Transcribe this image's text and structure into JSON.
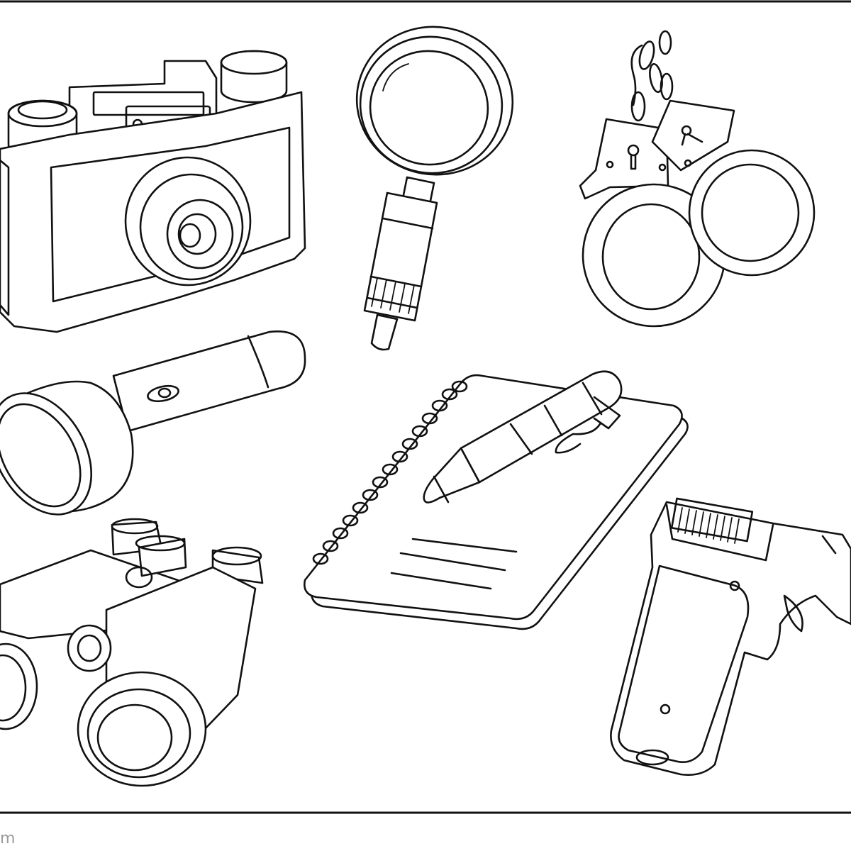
{
  "items": [
    {
      "id": "camera",
      "icon": "camera-icon"
    },
    {
      "id": "magnifying-glass",
      "icon": "magnifying-glass-icon"
    },
    {
      "id": "handcuffs",
      "icon": "handcuffs-icon"
    },
    {
      "id": "flashlight",
      "icon": "flashlight-icon"
    },
    {
      "id": "notepad",
      "icon": "notepad-icon"
    },
    {
      "id": "pen",
      "icon": "pen-icon"
    },
    {
      "id": "binoculars",
      "icon": "binoculars-icon"
    },
    {
      "id": "pistol",
      "icon": "pistol-icon"
    }
  ],
  "footer": {
    "credit_fragment": "m"
  },
  "colors": {
    "line": "#111111",
    "background": "#ffffff",
    "credit_text": "#9a9a9a"
  }
}
